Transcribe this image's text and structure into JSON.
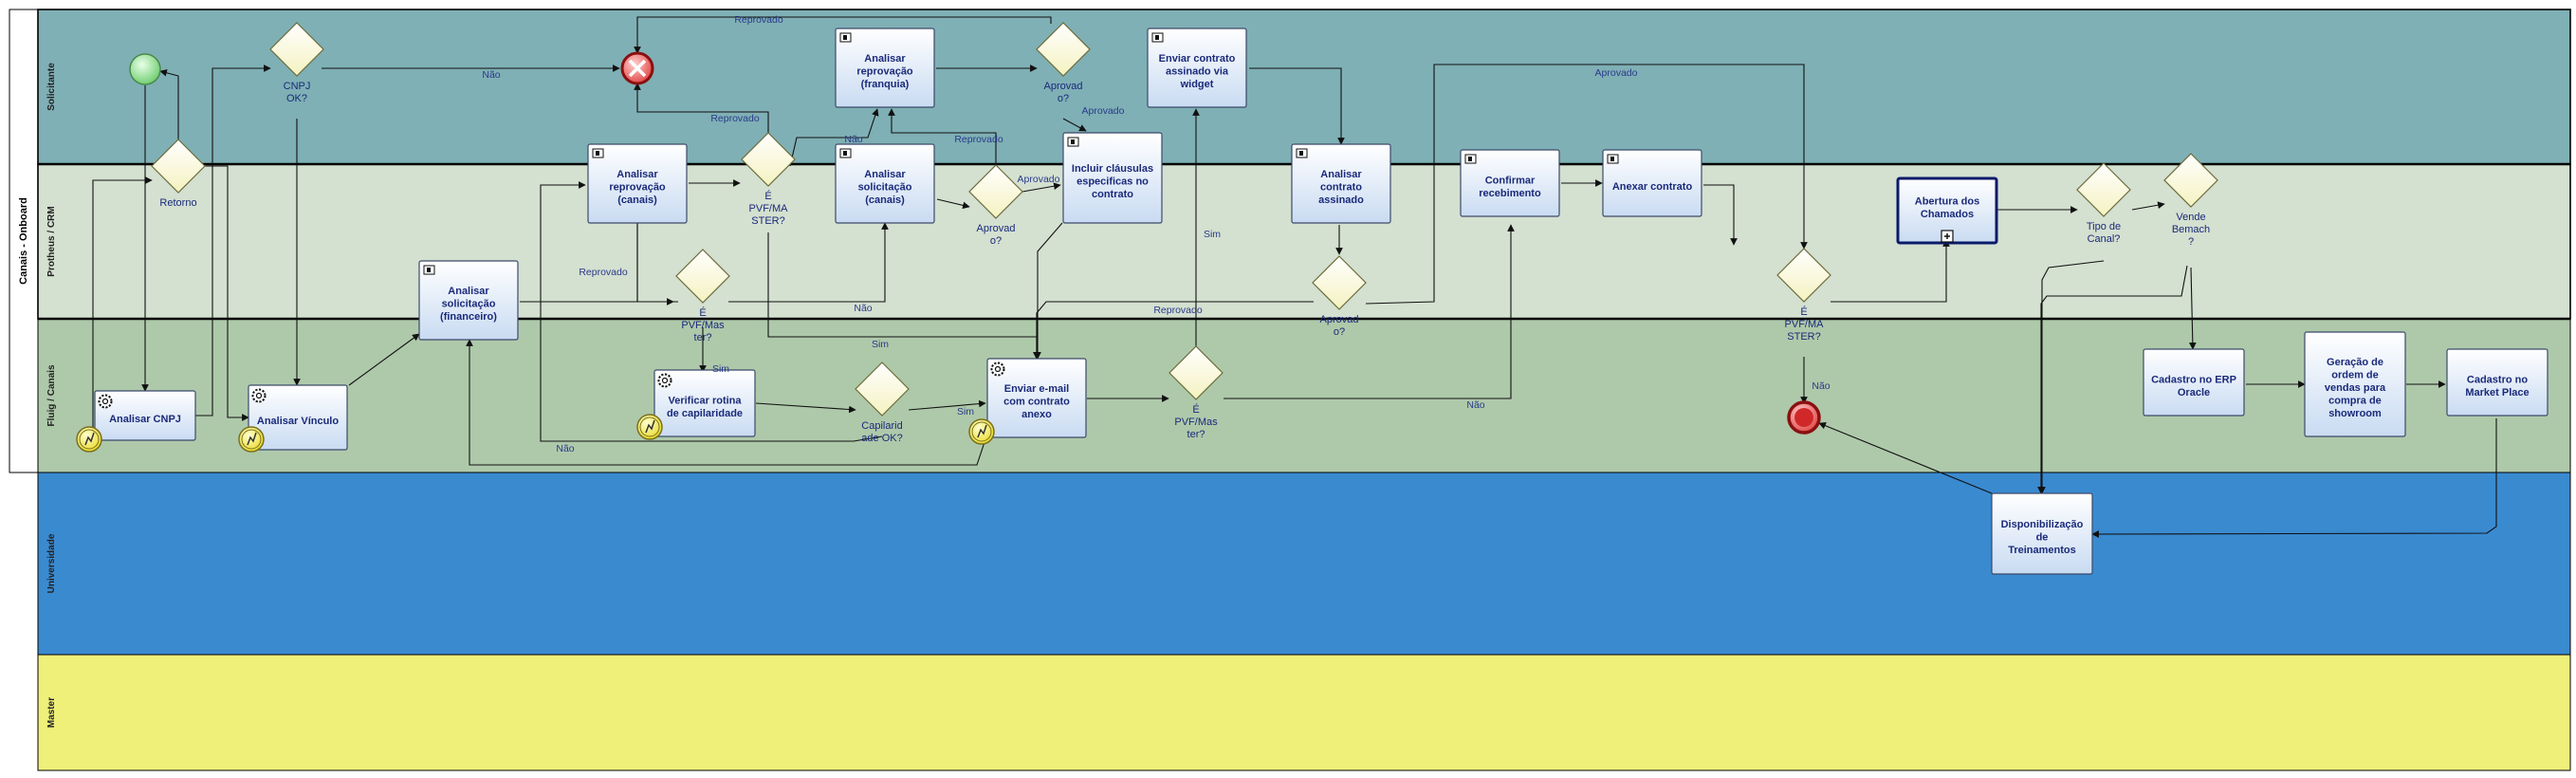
{
  "pool": {
    "title": "Canais - Onboard"
  },
  "lanes": [
    {
      "id": "solicitante",
      "label": "Solicitante",
      "color": "#7fb0b5"
    },
    {
      "id": "protheus",
      "label": "Protheus / CRM",
      "color": "#d4e0d0"
    },
    {
      "id": "fluig",
      "label": "Fluig / Canais",
      "color": "#aec9aa"
    },
    {
      "id": "universidade",
      "label": "Universidade",
      "color": "#3a8ad0"
    },
    {
      "id": "master",
      "label": "Master",
      "color": "#eef07a"
    }
  ],
  "tasks": [
    {
      "id": "t_analisar_cnpj",
      "lines": [
        "Analisar CNPJ"
      ],
      "icon": "gear"
    },
    {
      "id": "t_analisar_vinculo",
      "lines": [
        "Analisar Vínculo"
      ],
      "icon": "gear"
    },
    {
      "id": "t_analisar_sol_fin",
      "lines": [
        "Analisar",
        "solicitação",
        "(financeiro)"
      ],
      "icon": "user"
    },
    {
      "id": "t_analisar_repr_canais",
      "lines": [
        "Analisar",
        "reprovação",
        "(canais)"
      ],
      "icon": "user"
    },
    {
      "id": "t_verificar_rotina",
      "lines": [
        "Verificar rotina",
        "de capilaridade"
      ],
      "icon": "gear"
    },
    {
      "id": "t_analisar_repr_franquia",
      "lines": [
        "Analisar",
        "reprovação",
        "(franquia)"
      ],
      "icon": "user"
    },
    {
      "id": "t_analisar_sol_canais",
      "lines": [
        "Analisar",
        "solicitação",
        "(canais)"
      ],
      "icon": "user"
    },
    {
      "id": "t_enviar_email",
      "lines": [
        "Enviar e-mail",
        "com contrato",
        "anexo"
      ],
      "icon": "gear"
    },
    {
      "id": "t_incluir_clausulas",
      "lines": [
        "Incluir cláusulas",
        "especificas no",
        "contrato"
      ],
      "icon": "user"
    },
    {
      "id": "t_enviar_contrato",
      "lines": [
        "Enviar contrato",
        "assinado via",
        "widget"
      ],
      "icon": "user"
    },
    {
      "id": "t_analisar_contrato",
      "lines": [
        "Analisar",
        "contrato",
        "assinado"
      ],
      "icon": "user"
    },
    {
      "id": "t_confirmar_receb",
      "lines": [
        "Confirmar",
        "recebimento"
      ],
      "icon": "user"
    },
    {
      "id": "t_anexar_contrato",
      "lines": [
        "Anexar contrato"
      ],
      "icon": "user"
    },
    {
      "id": "t_abertura_chamados",
      "lines": [
        "Abertura dos",
        "Chamados"
      ],
      "icon": "subprocess"
    },
    {
      "id": "t_cadastro_erp",
      "lines": [
        "Cadastro no ERP",
        "Oracle"
      ],
      "icon": "none"
    },
    {
      "id": "t_geracao_ordem",
      "lines": [
        "Geração de",
        "ordem de",
        "vendas para",
        "compra de",
        "showroom"
      ],
      "icon": "none"
    },
    {
      "id": "t_cadastro_market",
      "lines": [
        "Cadastro  no",
        "Market Place"
      ],
      "icon": "none"
    },
    {
      "id": "t_disponibilizacao",
      "lines": [
        "Disponibilização",
        "de",
        "Treinamentos"
      ],
      "icon": "none"
    }
  ],
  "gateways": [
    {
      "id": "g_retorno",
      "lines": [
        "Retorno"
      ]
    },
    {
      "id": "g_cnpj_ok",
      "lines": [
        "CNPJ",
        "OK?"
      ]
    },
    {
      "id": "g_pvf1",
      "lines": [
        "É",
        "PVF/MA",
        "STER?"
      ]
    },
    {
      "id": "g_pvf2",
      "lines": [
        "É",
        "PVF/Mas",
        "ter?"
      ]
    },
    {
      "id": "g_capilaridade",
      "lines": [
        "Capilarid",
        "ade OK?"
      ]
    },
    {
      "id": "g_aprovado1",
      "lines": [
        "Aprovad",
        "o?"
      ]
    },
    {
      "id": "g_aprovado2",
      "lines": [
        "Aprovad",
        "o?"
      ]
    },
    {
      "id": "g_pvf3",
      "lines": [
        "É",
        "PVF/Mas",
        "ter?"
      ]
    },
    {
      "id": "g_aprovado3",
      "lines": [
        "Aprovad",
        "o?"
      ]
    },
    {
      "id": "g_pvf4",
      "lines": [
        "É",
        "PVF/MA",
        "STER?"
      ]
    },
    {
      "id": "g_tipo_canal",
      "lines": [
        "Tipo de",
        "Canal?"
      ]
    },
    {
      "id": "g_vende_bemach",
      "lines": [
        "Vende",
        "Bemach",
        "?"
      ]
    }
  ],
  "edge_labels": [
    {
      "id": "e_nao_cnpj",
      "text": "Não"
    },
    {
      "id": "e_reprovado_top",
      "text": "Reprovado"
    },
    {
      "id": "e_reprovado_franq",
      "text": "Reprovado"
    },
    {
      "id": "e_nao_pvf1",
      "text": "Não"
    },
    {
      "id": "e_reprovado_canais",
      "text": "Reprovado"
    },
    {
      "id": "e_aprovado_franq",
      "text": "Aprovado"
    },
    {
      "id": "e_aprovado_canais",
      "text": "Aprovado"
    },
    {
      "id": "e_reprovado_fin",
      "text": "Reprovado"
    },
    {
      "id": "e_nao_pvf2",
      "text": "Não"
    },
    {
      "id": "e_sim_pvf2",
      "text": "Sim"
    },
    {
      "id": "e_sim_pvf1",
      "text": "Sim"
    },
    {
      "id": "e_sim_cap",
      "text": "Sim"
    },
    {
      "id": "e_nao_cap",
      "text": "Não"
    },
    {
      "id": "e_sim_pvf3",
      "text": "Sim"
    },
    {
      "id": "e_nao_pvf3",
      "text": "Não"
    },
    {
      "id": "e_reprovado_contr",
      "text": "Reprovado"
    },
    {
      "id": "e_aprovado_contr",
      "text": "Aprovado"
    },
    {
      "id": "e_nao_pvf4",
      "text": "Não"
    }
  ]
}
